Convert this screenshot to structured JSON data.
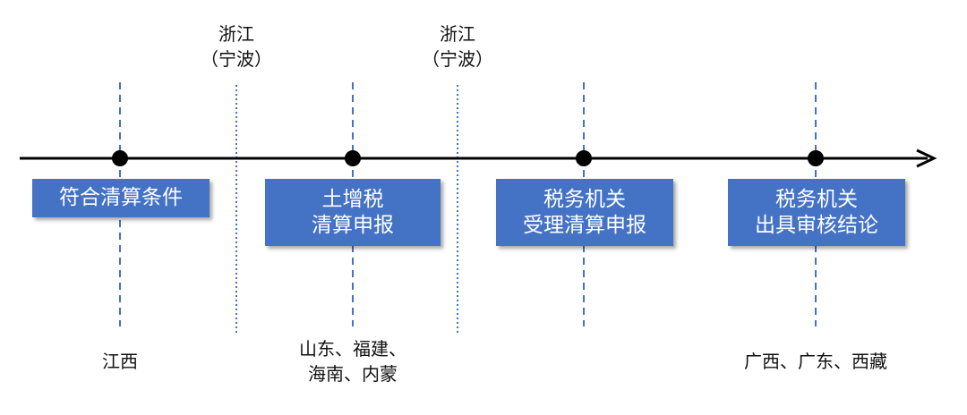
{
  "colors": {
    "box_fill": "#4472c4",
    "box_text": "#ffffff",
    "dashed_line": "#4472c4",
    "dotted_line": "#4472c4",
    "axis": "#000000",
    "label_text": "#111111"
  },
  "stages": [
    {
      "lines": [
        "符合清算条件"
      ]
    },
    {
      "lines": [
        "土增税",
        "清算申报"
      ]
    },
    {
      "lines": [
        "税务机关",
        "受理清算申报"
      ]
    },
    {
      "lines": [
        "税务机关",
        "出具审核结论"
      ]
    }
  ],
  "bottom_labels": [
    {
      "lines": [
        "江西"
      ]
    },
    {
      "lines": [
        "山东、福建、",
        "海南、内蒙"
      ]
    },
    {
      "lines": [
        "广西、广东、西藏"
      ]
    }
  ],
  "top_labels": [
    {
      "lines": [
        "浙江",
        "（宁波）"
      ]
    },
    {
      "lines": [
        "浙江",
        "（宁波）"
      ]
    }
  ]
}
